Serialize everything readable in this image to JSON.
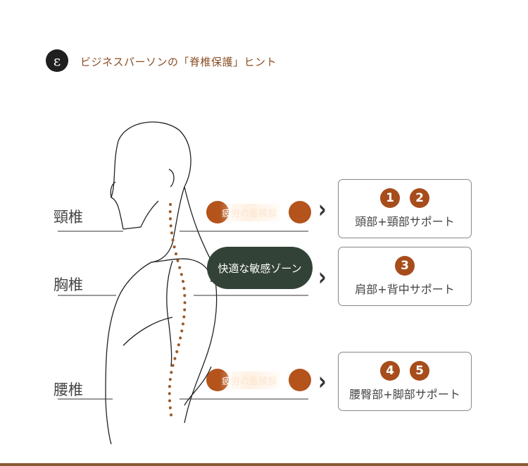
{
  "header": {
    "logo_glyph": "ε",
    "title": "ビジネスパーソンの「脊椎保護」ヒント"
  },
  "spine_labels": [
    "頸椎",
    "胸椎",
    "腰椎"
  ],
  "fatigue_label": {
    "first": "疲",
    "rest": "労の蓄積部"
  },
  "comfort_zone": "快適な敏感ゾーン",
  "chevron": "›",
  "boxes": [
    {
      "numbers": [
        "1",
        "2"
      ],
      "text": "頭部+頸部サポート"
    },
    {
      "numbers": [
        "3"
      ],
      "text": "肩部+背中サポート"
    },
    {
      "numbers": [
        "4",
        "5"
      ],
      "text": "腰臀部+脚部サポート"
    }
  ],
  "colors": {
    "accent": "#a74c1b",
    "zone": "#334236",
    "title": "#8a4f24"
  }
}
